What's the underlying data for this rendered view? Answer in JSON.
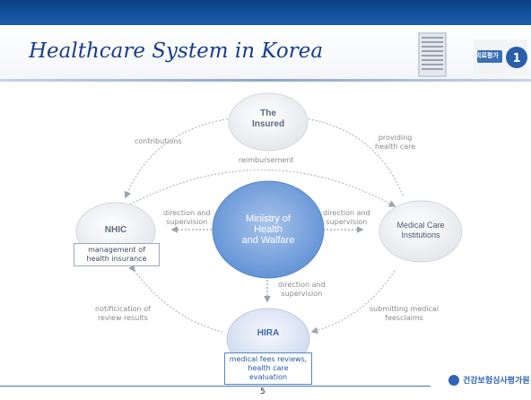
{
  "header": {
    "title": "Healthcare System in Korea",
    "top_logo_text": "의료평가"
  },
  "nodes": {
    "insured": "The\nInsured",
    "nhic": "NHIC",
    "ministry": "Ministry of\nHealth\nand Walfare",
    "medical_care": "Medical Care\nInstitutions",
    "hira": "HIRA"
  },
  "boxes": {
    "nhic_box": "management of\nhealth insurance",
    "hira_box": "medical fees reviews,\nhealth care evaluation"
  },
  "labels": {
    "contributions": "contributions",
    "providing": "providing\nhealth care",
    "reimbursement": "reimbursement",
    "direction_left": "direction and\nsupervision",
    "direction_right": "direction and\nsupervision",
    "direction_down": "direction and\nsupervision",
    "notification": "notificication of\nreview results",
    "submitting": "submitting medical\nfeesclaims"
  },
  "footer": {
    "page_number": "5",
    "org_name": "건강보험심사평가원"
  },
  "colors": {
    "title": "#1a3d8a",
    "band": "#0c3f82",
    "ministry_fill": "#7fa7dc",
    "node_fill": "#f6f6f6"
  }
}
